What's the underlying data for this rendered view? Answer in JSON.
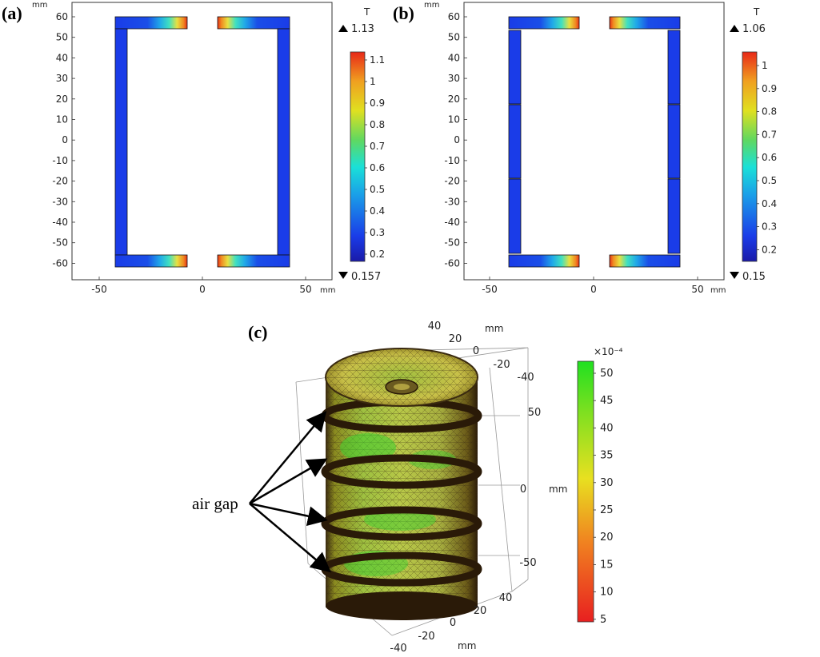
{
  "panels": [
    {
      "label": "(a)",
      "x_ticks": [
        "-50",
        "0",
        "50"
      ],
      "y_ticks": [
        "60",
        "50",
        "40",
        "30",
        "20",
        "10",
        "0",
        "-10",
        "-20",
        "-30",
        "-40",
        "-50",
        "-60"
      ],
      "x_unit": "mm",
      "y_unit": "mm",
      "colorbar": {
        "unit": "T",
        "max_label": "1.13",
        "min_label": "0.157",
        "ticks": [
          "1.1",
          "1",
          "0.9",
          "0.8",
          "0.7",
          "0.6",
          "0.5",
          "0.4",
          "0.3",
          "0.2"
        ]
      }
    },
    {
      "label": "(b)",
      "x_ticks": [
        "-50",
        "0",
        "50"
      ],
      "y_ticks": [
        "60",
        "50",
        "40",
        "30",
        "20",
        "10",
        "0",
        "-10",
        "-20",
        "-30",
        "-40",
        "-50",
        "-60"
      ],
      "x_unit": "mm",
      "y_unit": "mm",
      "colorbar": {
        "unit": "T",
        "max_label": "1.06",
        "min_label": "0.15",
        "ticks": [
          "1",
          "0.9",
          "0.8",
          "0.7",
          "0.6",
          "0.5",
          "0.4",
          "0.3",
          "0.2"
        ]
      }
    },
    {
      "label": "(c)",
      "annotation": "air gap",
      "axis_unit": "mm",
      "top_axis_ticks": [
        "40",
        "20",
        "0",
        "-20",
        "-40"
      ],
      "right_axis_ticks": [
        "50",
        "0",
        "-50"
      ],
      "bottom_axis_ticks": [
        "-40",
        "-20",
        "0",
        "20",
        "40"
      ],
      "colorbar": {
        "exponent": "×10⁻⁴",
        "ticks": [
          "50",
          "45",
          "40",
          "35",
          "30",
          "25",
          "20",
          "15",
          "10",
          "5"
        ]
      }
    }
  ],
  "colors": {
    "core_blue": "#1a3ce8",
    "hot_red": "#e8281a",
    "mesh_dark": "#2a1a10"
  }
}
